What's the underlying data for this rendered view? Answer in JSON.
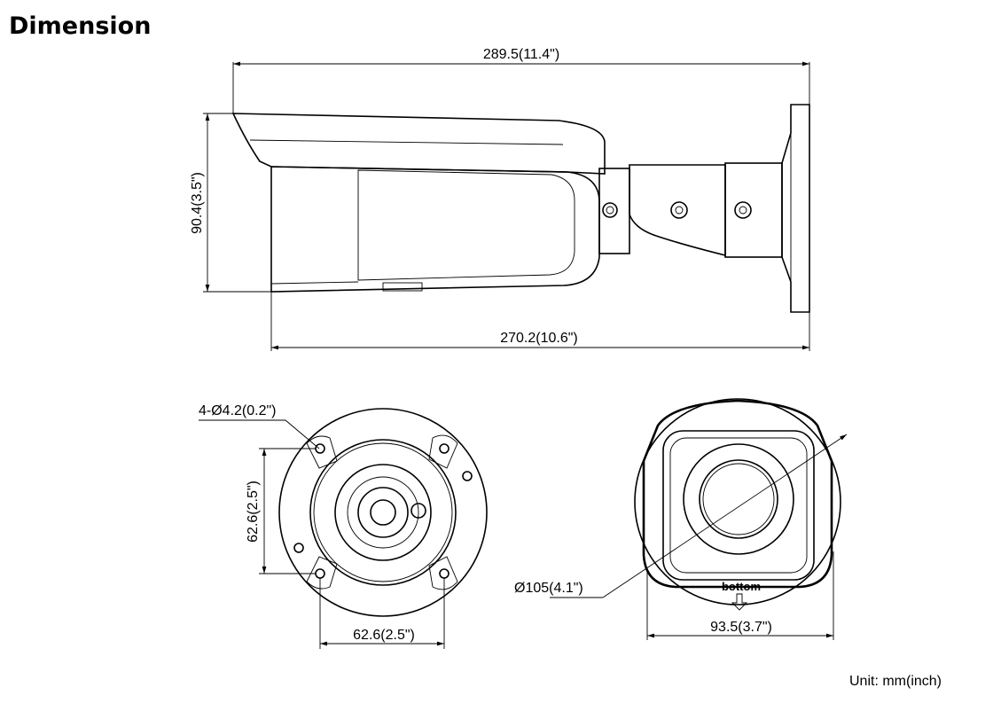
{
  "header": {
    "title": "Dimension"
  },
  "side_view": {
    "overall_length": "289.5(11.4\")",
    "height": "90.4(3.5\")",
    "body_length": "270.2(10.6\")"
  },
  "base_view": {
    "hole_spec": "4-Ø4.2(0.2\")",
    "vertical_spacing": "62.6(2.5\")",
    "horizontal_spacing": "62.6(2.5\")"
  },
  "front_view": {
    "diameter": "Ø105(4.1\")",
    "width": "93.5(3.7\")",
    "bottom_mark": "bottom"
  },
  "footer": {
    "unit": "Unit: mm(inch)"
  }
}
